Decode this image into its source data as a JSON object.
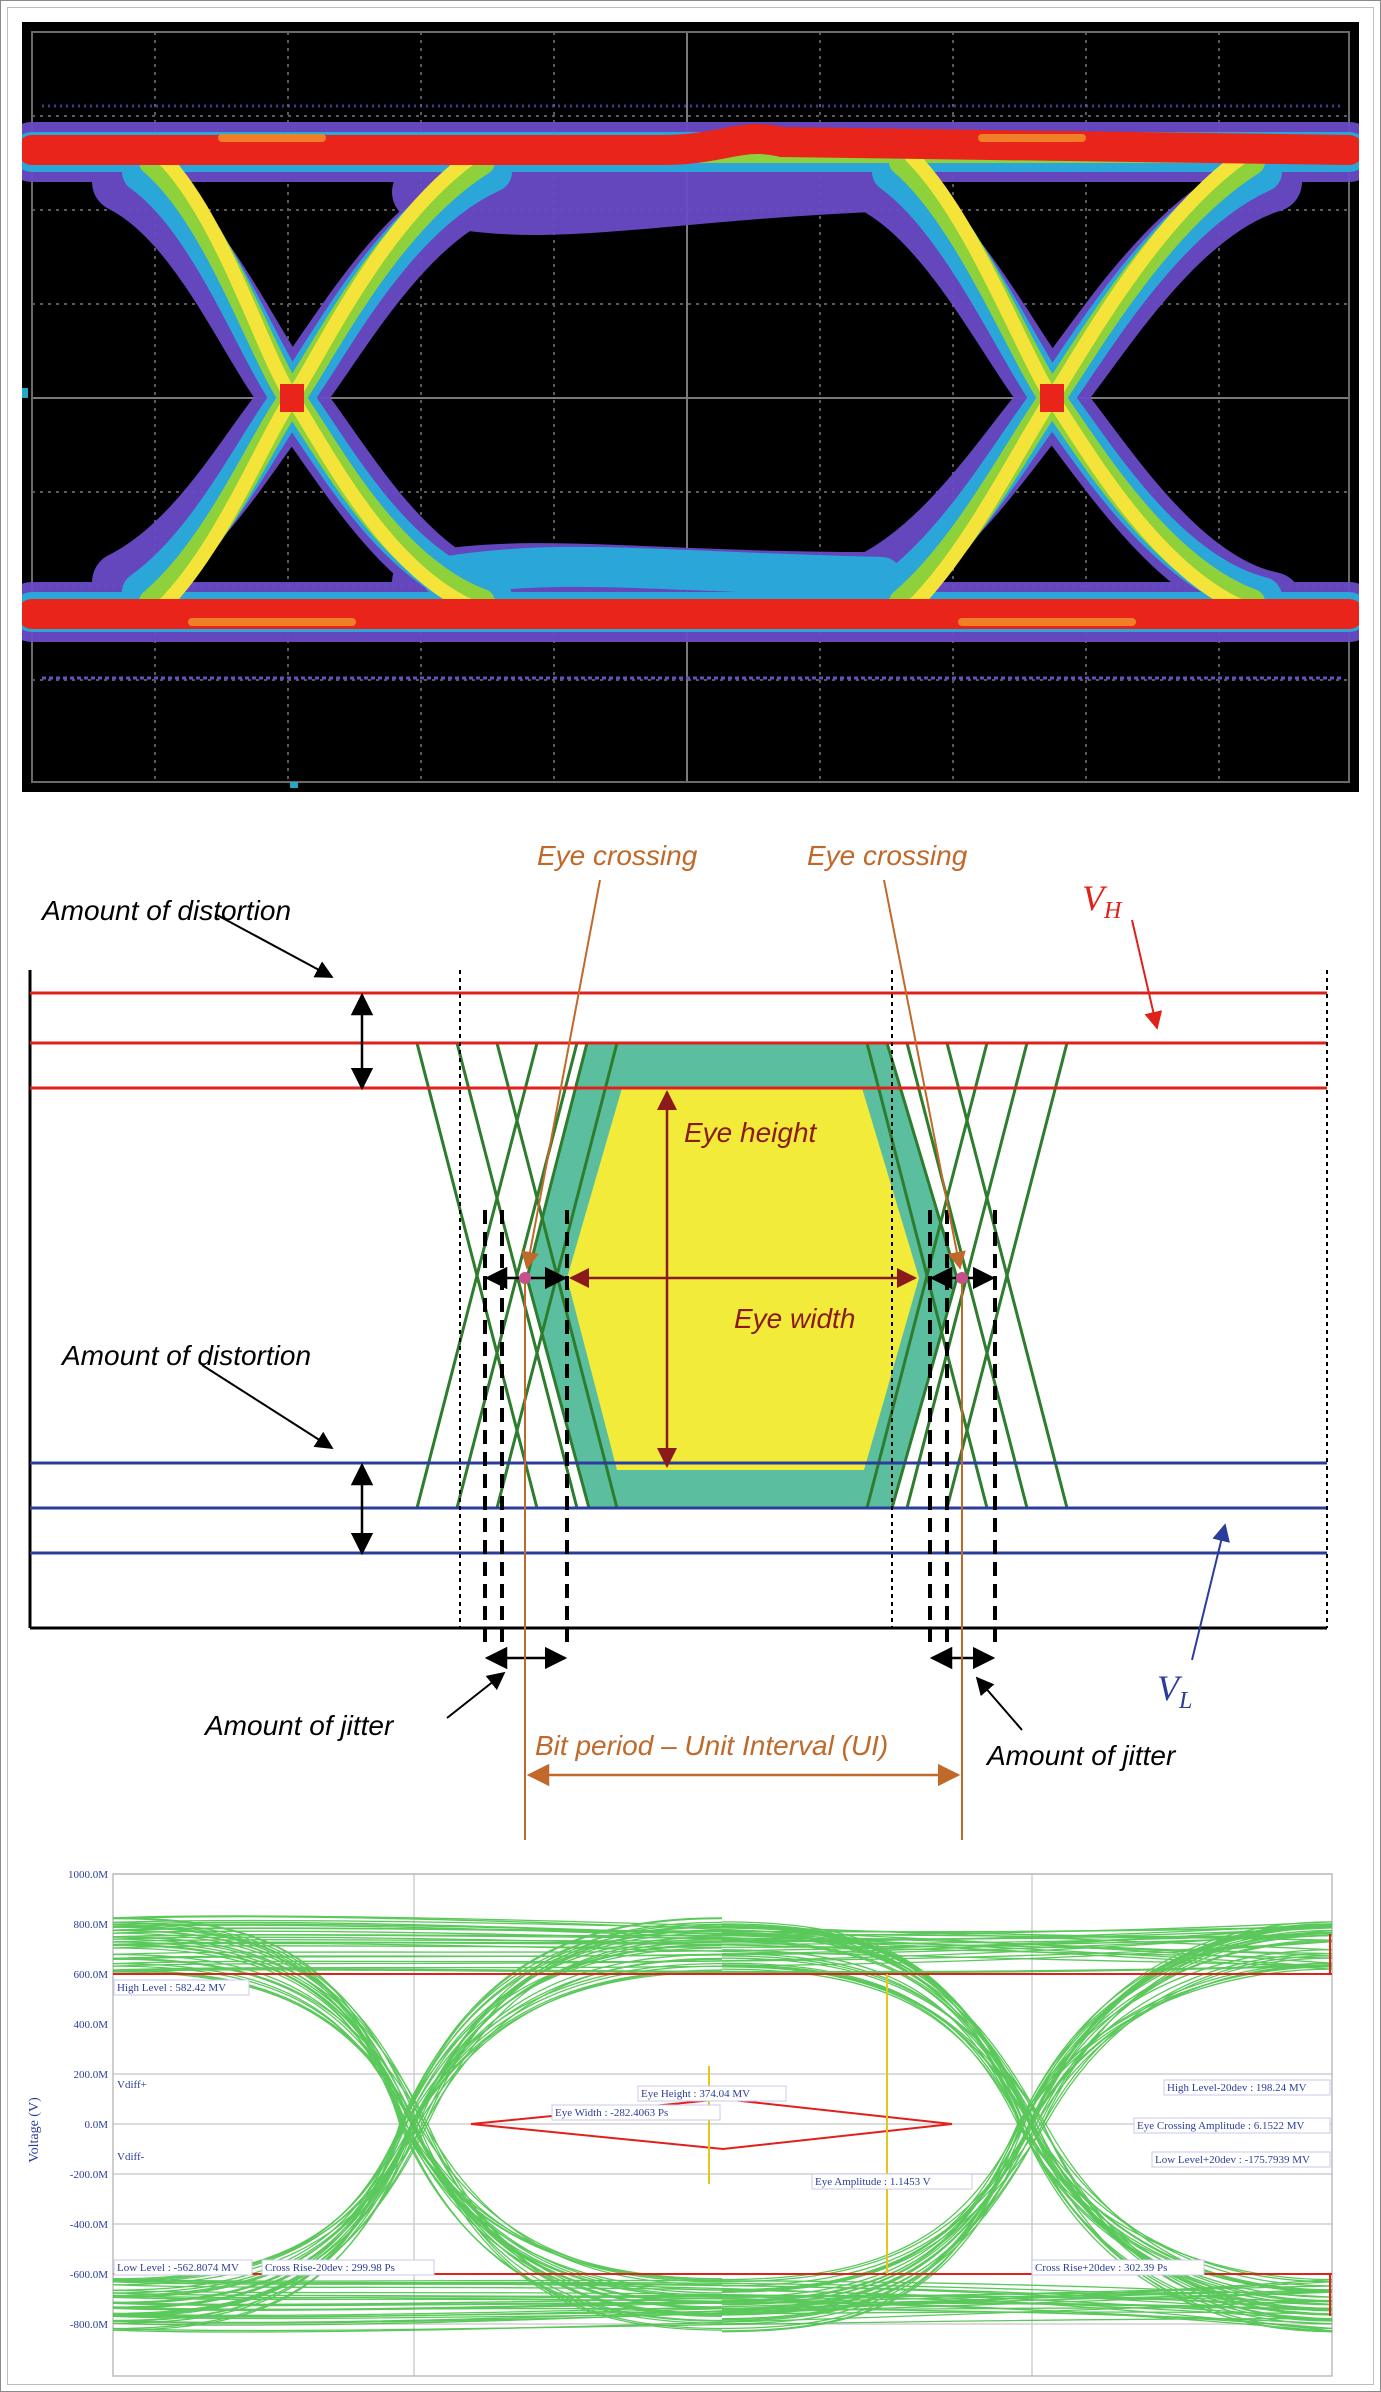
{
  "diagram": {
    "labels": {
      "distortion_top": "Amount of distortion",
      "distortion_bottom": "Amount of distortion",
      "eye_crossing_left": "Eye crossing",
      "eye_crossing_right": "Eye crossing",
      "vh": "V",
      "vh_sub": "H",
      "vl": "V",
      "vl_sub": "L",
      "eye_height": "Eye height",
      "eye_width": "Eye width",
      "jitter_left": "Amount of jitter",
      "jitter_right": "Amount of jitter",
      "bit_period": "Bit period – Unit Interval (UI)"
    },
    "colors": {
      "high_lines": "#e0201b",
      "low_lines": "#2b3d9a",
      "transitions": "#2e7d2e",
      "eye_fill": "#f2eb3a",
      "eye_outline_fill": "#5bbf9f",
      "annotation": "#c0692a"
    }
  },
  "measurement": {
    "y_axis_title": "Voltage (V)",
    "y_ticks": [
      "1000.0M",
      "800.0M",
      "600.0M",
      "400.0M",
      "200.0M",
      "0.0M",
      "-200.0M",
      "-400.0M",
      "-600.0M",
      "-800.0M"
    ],
    "annotations": {
      "high_level": "High Level : 582.42 MV",
      "vdiff_plus": "Vdiff+",
      "vdiff_minus": "Vdiff-",
      "eye_height": "Eye Height : 374.04 MV",
      "eye_width": "Eye Width : -282.4063 Ps",
      "eye_amplitude": "Eye Amplitude : 1.1453 V",
      "high_level_20": "High Level-20dev : 198.24 MV",
      "eye_crossing_amp": "Eye Crossing Amplitude : 6.1522 MV",
      "low_level_20": "Low Level+20dev : -175.7939 MV",
      "low_level": "Low Level : -562.8074 MV",
      "cross_rise_left": "Cross Rise-20dev : 299.98 Ps",
      "cross_rise_right": "Cross Rise+20dev : 302.39 Ps"
    }
  }
}
